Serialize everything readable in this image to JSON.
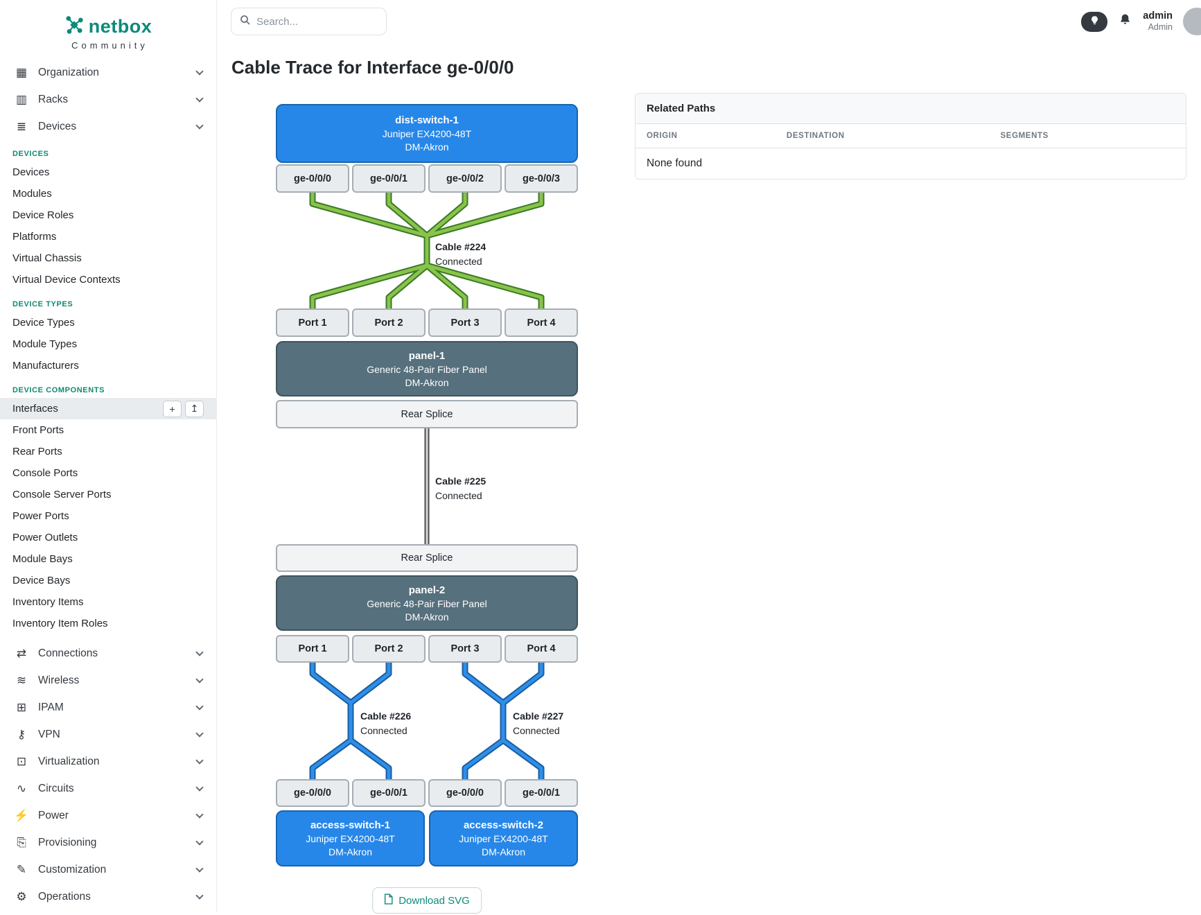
{
  "brand": {
    "name": "netbox",
    "community": "Community"
  },
  "topbar": {
    "search_placeholder": "Search...",
    "user_name": "admin",
    "user_role": "Admin"
  },
  "icons": {
    "organization": "▦",
    "racks": "▥",
    "devices": "≣",
    "connections": "⇄",
    "wireless": "≋",
    "ipam": "⊞",
    "vpn": "⚷",
    "virtualization": "⊡",
    "circuits": "∿",
    "power": "⚡",
    "provisioning": "⎘",
    "customization": "✎",
    "operations": "⚙",
    "add": "+",
    "import": "↥"
  },
  "sidebar": {
    "top_items": [
      {
        "label": "Organization"
      },
      {
        "label": "Racks"
      },
      {
        "label": "Devices"
      }
    ],
    "sections": [
      {
        "header": "DEVICES",
        "items": [
          "Devices",
          "Modules",
          "Device Roles",
          "Platforms",
          "Virtual Chassis",
          "Virtual Device Contexts"
        ]
      },
      {
        "header": "DEVICE TYPES",
        "items": [
          "Device Types",
          "Module Types",
          "Manufacturers"
        ]
      },
      {
        "header": "DEVICE COMPONENTS",
        "items": [
          "Interfaces",
          "Front Ports",
          "Rear Ports",
          "Console Ports",
          "Console Server Ports",
          "Power Ports",
          "Power Outlets",
          "Module Bays",
          "Device Bays",
          "Inventory Items",
          "Inventory Item Roles"
        ]
      }
    ],
    "active_item": "Interfaces",
    "bottom_items": [
      {
        "label": "Connections"
      },
      {
        "label": "Wireless"
      },
      {
        "label": "IPAM"
      },
      {
        "label": "VPN"
      },
      {
        "label": "Virtualization"
      },
      {
        "label": "Circuits"
      },
      {
        "label": "Power"
      },
      {
        "label": "Provisioning"
      },
      {
        "label": "Customization"
      },
      {
        "label": "Operations"
      }
    ]
  },
  "page": {
    "title": "Cable Trace for Interface ge-0/0/0"
  },
  "trace": {
    "top_device": {
      "name": "dist-switch-1",
      "model": "Juniper EX4200-48T",
      "site": "DM-Akron",
      "ports": [
        "ge-0/0/0",
        "ge-0/0/1",
        "ge-0/0/2",
        "ge-0/0/3"
      ]
    },
    "cable_224": {
      "label": "Cable #224",
      "status": "Connected"
    },
    "panel_1": {
      "name": "panel-1",
      "model": "Generic 48-Pair Fiber Panel",
      "site": "DM-Akron",
      "front_ports": [
        "Port 1",
        "Port 2",
        "Port 3",
        "Port 4"
      ],
      "rear": "Rear Splice"
    },
    "cable_225": {
      "label": "Cable #225",
      "status": "Connected"
    },
    "panel_2": {
      "name": "panel-2",
      "model": "Generic 48-Pair Fiber Panel",
      "site": "DM-Akron",
      "front_ports": [
        "Port 1",
        "Port 2",
        "Port 3",
        "Port 4"
      ],
      "rear": "Rear Splice"
    },
    "cable_226": {
      "label": "Cable #226",
      "status": "Connected"
    },
    "cable_227": {
      "label": "Cable #227",
      "status": "Connected"
    },
    "bottom_ports": [
      "ge-0/0/0",
      "ge-0/0/1",
      "ge-0/0/0",
      "ge-0/0/1"
    ],
    "bottom_devices": [
      {
        "name": "access-switch-1",
        "model": "Juniper EX4200-48T",
        "site": "DM-Akron"
      },
      {
        "name": "access-switch-2",
        "model": "Juniper EX4200-48T",
        "site": "DM-Akron"
      }
    ],
    "download_button": "Download SVG"
  },
  "related_paths": {
    "title": "Related Paths",
    "columns": [
      "ORIGIN",
      "DESTINATION",
      "SEGMENTS"
    ],
    "empty": "None found"
  },
  "colors": {
    "brand_teal": "#0c8a7a",
    "section_header_teal": "#0d8a72",
    "device_blue": "#2787e9",
    "panel_slate": "#56707d",
    "cable_green": "#8bc34a",
    "cable_blue": "#2e8fe9",
    "cable_gray": "#d9d9d9",
    "active_item_bg": "#e9ecef"
  }
}
